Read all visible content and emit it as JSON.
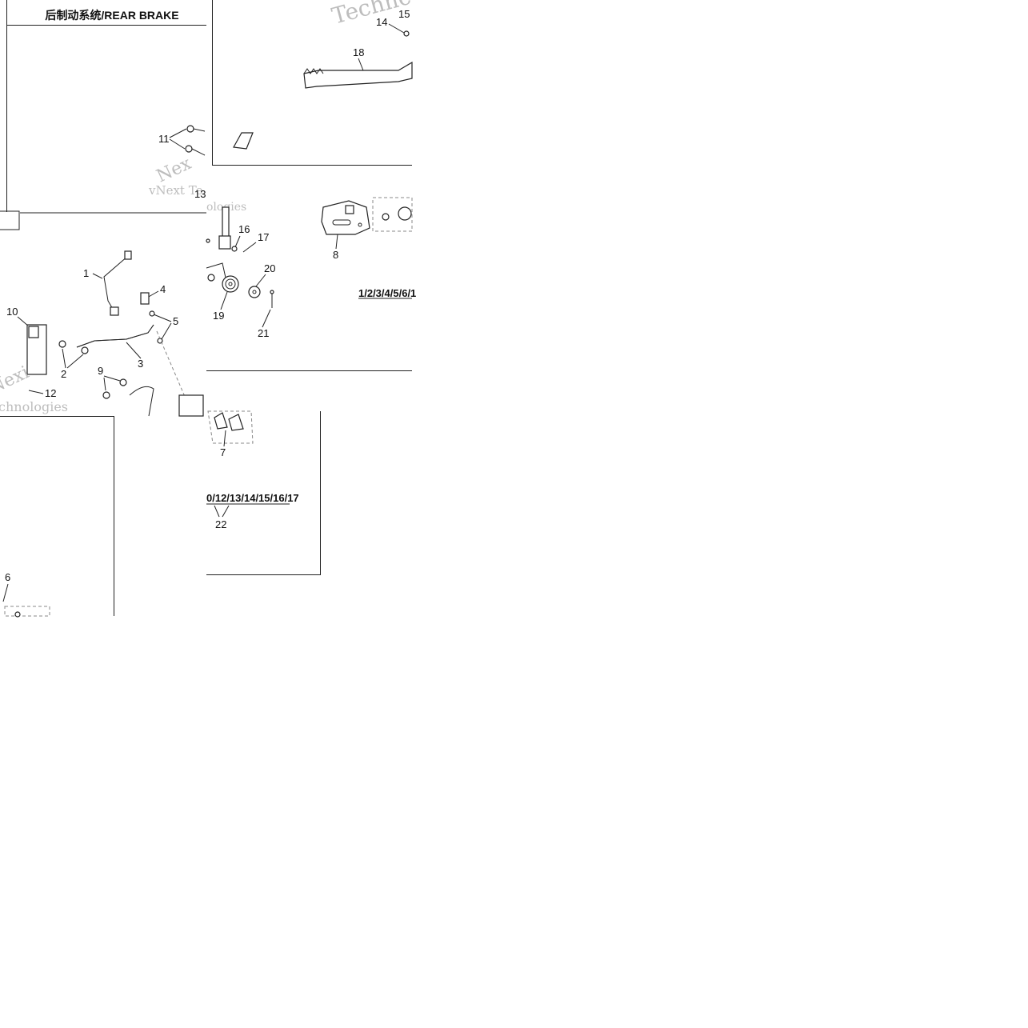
{
  "title": "后制动系统/REAR BRAKE",
  "watermarks": {
    "w1": "Technc",
    "w2": "vNext Te",
    "w3": "Nex",
    "w4": "ologies",
    "w5": "Nexi",
    "w6": "chnologies"
  },
  "callouts": {
    "c1": "1",
    "c2": "2",
    "c3": "3",
    "c4": "4",
    "c5": "5",
    "c6": "6",
    "c7": "7",
    "c8": "8",
    "c9": "9",
    "c10": "10",
    "c11": "11",
    "c12": "12",
    "c13": "13",
    "c14": "14",
    "c15": "15",
    "c16": "16",
    "c17": "17",
    "c18": "18",
    "c19": "19",
    "c20": "20",
    "c21": "21",
    "c22": "22"
  },
  "kits": {
    "kit_a": "1/2/3/4/5/6/1",
    "kit_b": "0/12/13/14/15/16/17"
  }
}
